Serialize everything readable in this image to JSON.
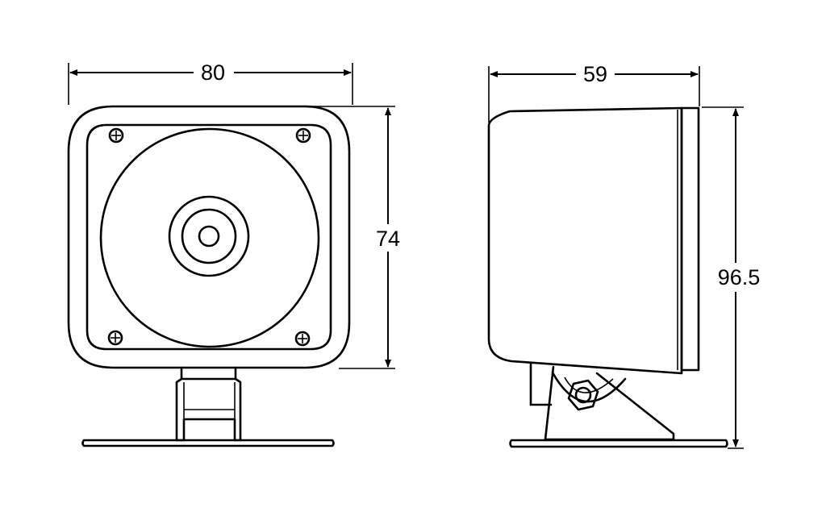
{
  "dimensions": {
    "front_width": "80",
    "front_height": "74",
    "side_depth": "59",
    "overall_height": "96.5"
  },
  "colors": {
    "line": "#000000",
    "background": "#ffffff"
  }
}
